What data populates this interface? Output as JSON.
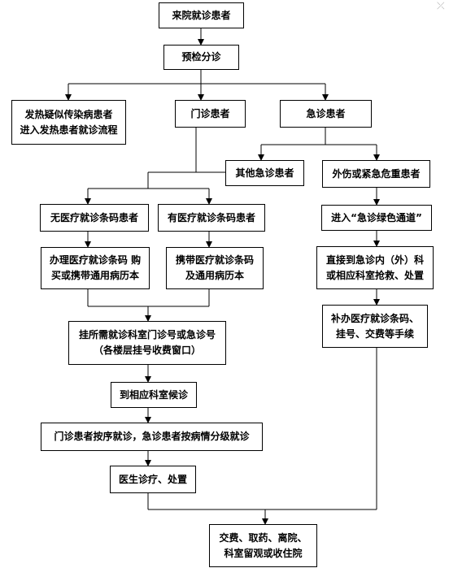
{
  "window": {
    "close_glyph": "⤫"
  },
  "flowchart": {
    "nodes": {
      "arrive": "来院就诊患者",
      "triage": "预检分诊",
      "fever": "发热疑似传染病患者\n进入发热患者就诊流程",
      "outpatient": "门诊患者",
      "emergency": "急诊患者",
      "other_emergency": "其他急诊患者",
      "trauma": "外伤或紧急危重患者",
      "no_barcode": "无医疗就诊条码患者",
      "has_barcode": "有医疗就诊条码患者",
      "green_channel": "进入“急诊绿色通道”",
      "buy_record": "办理医疗就诊条码 购\n买或携带通用病历本",
      "bring_record": "携带医疗就诊条码\n及通用病历本",
      "direct_rescue": "直接到急诊内（外）科\n或相应科室抢救、处置",
      "supplement": "补办医疗就诊条码、\n挂号、交费等手续",
      "register": "挂所需就诊科室门诊号或急诊号\n（各楼层挂号收费窗口）",
      "wait": "到相应科室候诊",
      "order": "门诊患者按序就诊，急诊患者按病情分级就诊",
      "diagnose": "医生诊疗、处置",
      "final": "交费、取药、离院、\n科室留观或收住院"
    }
  }
}
